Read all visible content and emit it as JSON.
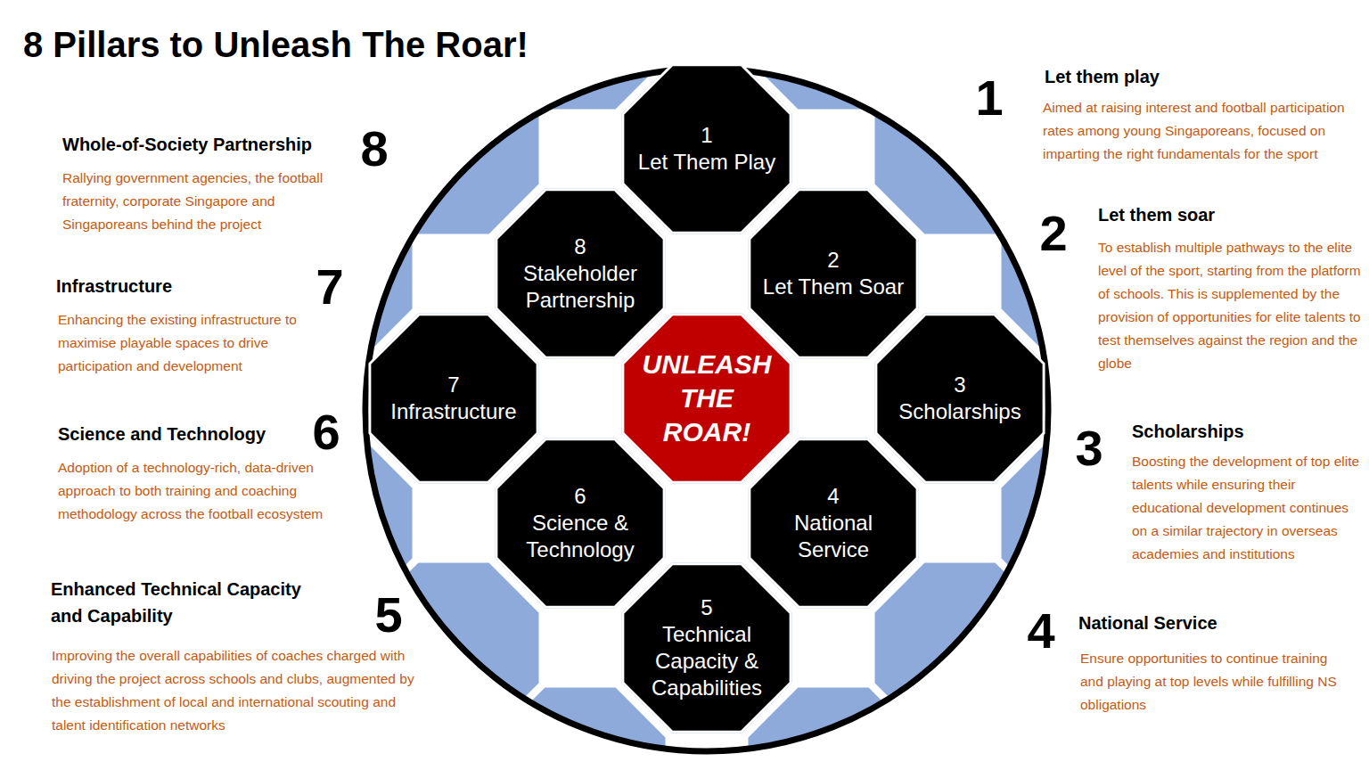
{
  "diagram": {
    "title": "8 Pillars to Unleash The Roar!",
    "nodes": [
      {
        "text": [
          "1",
          "Let Them Play"
        ]
      },
      {
        "text": [
          "8",
          "Stakeholder Partnership"
        ]
      },
      {
        "text": [
          "2",
          "Let Them Soar"
        ]
      },
      {
        "text": [
          "7",
          "Infrastructure"
        ]
      },
      {
        "text": [
          "UNLEASH THE ROAR!"
        ]
      },
      {
        "text": [
          "3",
          "Scholarships"
        ]
      },
      {
        "text": [
          "6",
          "Science & Technology"
        ]
      },
      {
        "text": [
          "4",
          "National Service"
        ]
      },
      {
        "text": [
          "5",
          "Technical Capacity & Capabilities"
        ]
      }
    ],
    "edges": [],
    "labels": [
      "1",
      "Let them play",
      "Aimed at raising interest and football participation rates among young Singaporeans, focused on imparting the right fundamentals for the sport",
      "2",
      "Let them soar",
      "To establish multiple pathways to the elite level of the sport, starting from the platform of schools. This is supplemented by the provision of opportunities for elite talents to test themselves against the region and the globe",
      "3",
      "Scholarships",
      "Boosting the development of top elite talents while ensuring their educational development continues on a similar trajectory in overseas academies and institutions",
      "4",
      "National Service",
      "Ensure opportunities to continue training and playing at top levels while fulfilling NS obligations",
      "Whole-of-Society Partnership",
      "8",
      "Rallying government agencies, the football fraternity, corporate Singapore and Singaporeans behind the project",
      "Infrastructure",
      "7",
      "Enhancing the existing infrastructure to maximise playable spaces to drive participation and development",
      "Science and Technology",
      "6",
      "Adoption of a technology-rich, data-driven approach to both training and coaching methodology across the football ecosystem",
      "Enhanced Technical Capacity and Capability",
      "5",
      "Improving the overall capabilities of coaches charged with driving the project across schools and clubs, augmented by the establishment of local and international scouting and talent identification networks"
    ]
  }
}
